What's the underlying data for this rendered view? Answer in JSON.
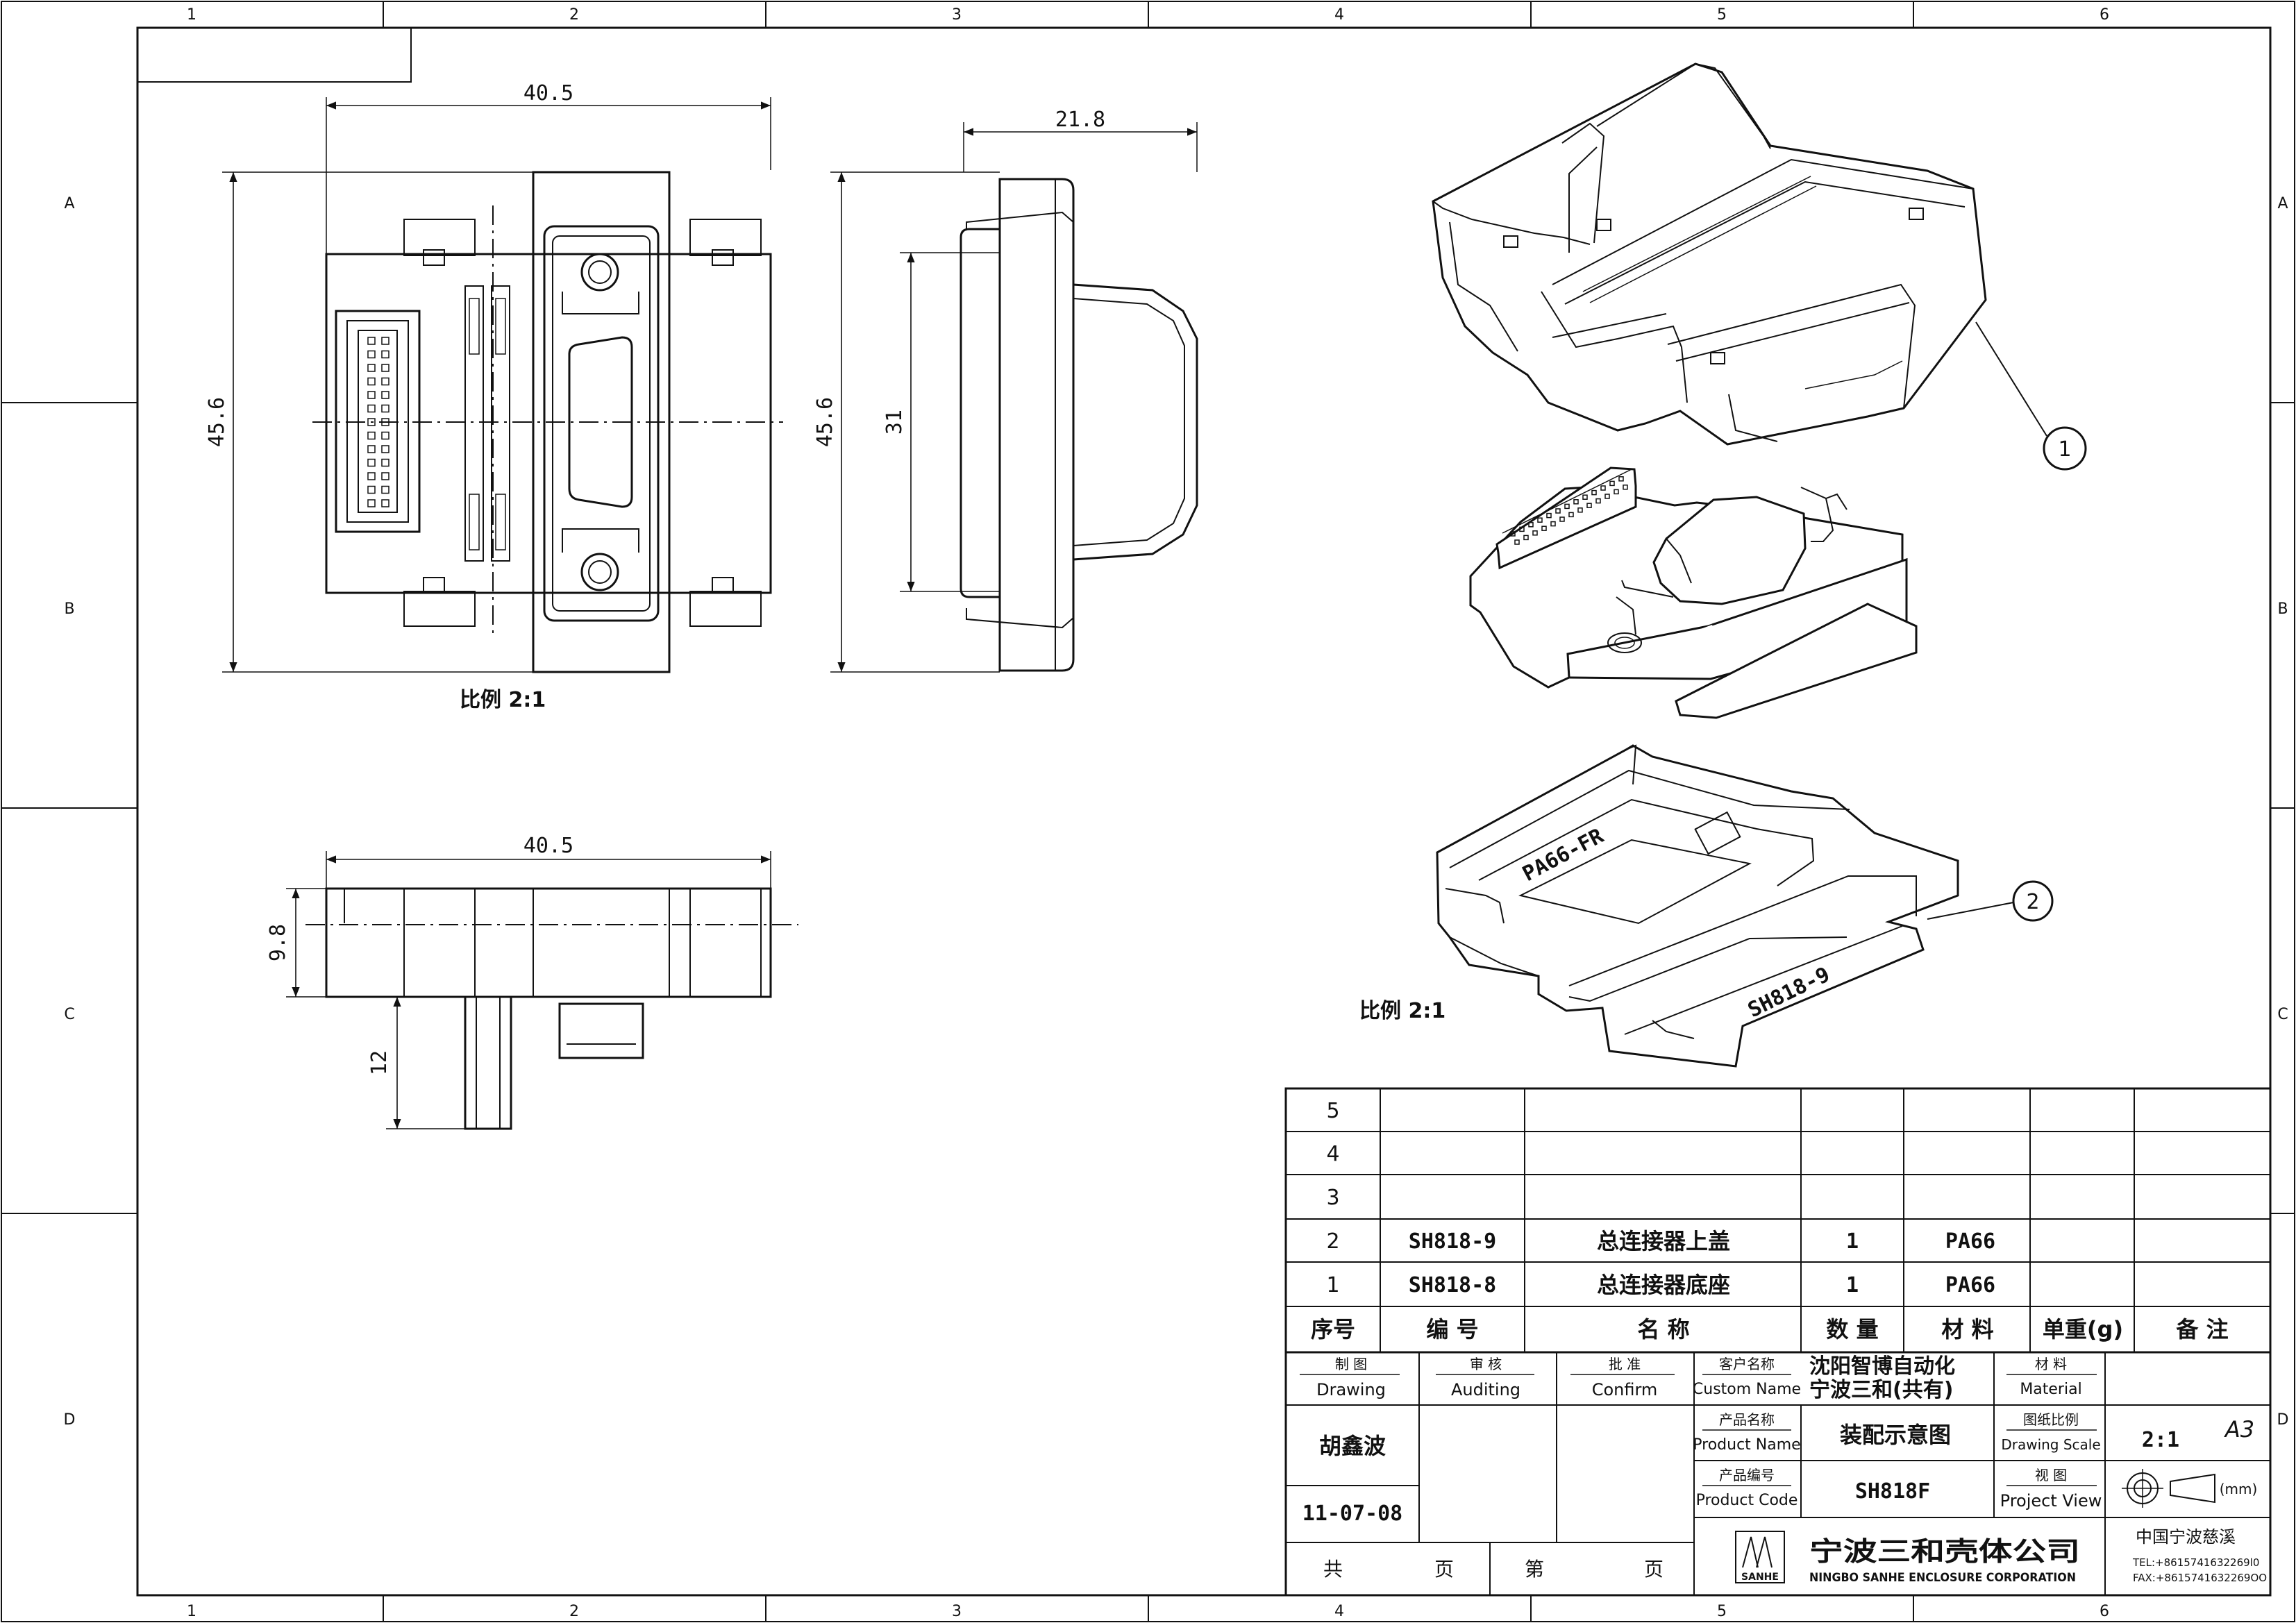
{
  "border": {
    "columns": [
      "1",
      "2",
      "3",
      "4",
      "5",
      "6"
    ],
    "rows": [
      "A",
      "B",
      "C",
      "D"
    ]
  },
  "front_view": {
    "width_dim": "40.5",
    "height_dim": "45.6",
    "scale_label": "比例 2:1"
  },
  "side_view": {
    "width_dim": "21.8",
    "height_dim": "45.6",
    "inner_dim": "31"
  },
  "bottom_view": {
    "width_dim": "40.5",
    "height_dim": "9.8",
    "pin_dim": "12"
  },
  "exploded_view": {
    "scale_label": "比例 2:1",
    "callouts": [
      "1",
      "2"
    ],
    "engraving_1": "PA66-FR",
    "engraving_2": "SH818-9"
  },
  "bom": {
    "headers": [
      "序号",
      "编 号",
      "名 称",
      "数 量",
      "材 料",
      "单重(g)",
      "备 注"
    ],
    "rows": [
      {
        "no": "5",
        "code": "",
        "name": "",
        "qty": "",
        "material": "",
        "weight": "",
        "note": ""
      },
      {
        "no": "4",
        "code": "",
        "name": "",
        "qty": "",
        "material": "",
        "weight": "",
        "note": ""
      },
      {
        "no": "3",
        "code": "",
        "name": "",
        "qty": "",
        "material": "",
        "weight": "",
        "note": ""
      },
      {
        "no": "2",
        "code": "SH818-9",
        "name": "总连接器上盖",
        "qty": "1",
        "material": "PA66",
        "weight": "",
        "note": ""
      },
      {
        "no": "1",
        "code": "SH818-8",
        "name": "总连接器底座",
        "qty": "1",
        "material": "PA66",
        "weight": "",
        "note": ""
      }
    ]
  },
  "title_block": {
    "drawing_cn": "制 图",
    "drawing_en": "Drawing",
    "auditing_cn": "审 核",
    "auditing_en": "Auditing",
    "confirm_cn": "批 准",
    "confirm_en": "Confirm",
    "drafter": "胡鑫波",
    "date": "11-07-08",
    "customer_label_cn": "客户名称",
    "customer_label_en": "Custom Name",
    "customer_line1": "沈阳智博自动化",
    "customer_line2": "宁波三和(共有)",
    "product_name_label_cn": "产品名称",
    "product_name_label_en": "Product Name",
    "product_name": "装配示意图",
    "product_code_label_cn": "产品编号",
    "product_code_label_en": "Product Code",
    "product_code": "SH818F",
    "material_label_cn": "材 料",
    "material_label_en": "Material",
    "scale_label_cn": "图纸比例",
    "scale_label_en": "Drawing Scale",
    "scale": "2:1",
    "sheet_size": "A3",
    "view_label_cn": "视 图",
    "view_label_en": "Project View",
    "unit": "(mm)",
    "page_total": "共",
    "page_word1": "页",
    "page_no": "第",
    "page_word2": "页",
    "company_cn": "宁波三和壳体公司",
    "company_en": "NINGBO SANHE ENCLOSURE CORPORATION",
    "logo_text": "SANHE",
    "location": "中国宁波慈溪",
    "tel": "TEL:+8615741632269l0",
    "fax": "FAX:+8615741632269OO"
  }
}
